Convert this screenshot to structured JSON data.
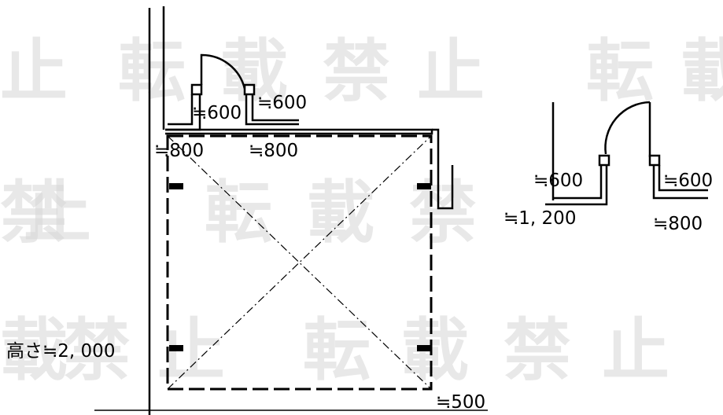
{
  "watermark": [
    "転",
    "載",
    "禁",
    "止"
  ],
  "labels": {
    "top_left_jamb": "≒600",
    "top_right_jamb": "≒600",
    "top_left_return": "≒800",
    "top_right_return": "≒800",
    "side_left_jamb": "≒600",
    "side_right_jamb": "≒600",
    "side_left_return": "≒1, 200",
    "side_right_return": "≒800",
    "height": "高さ≒2, 000",
    "bottom_clearance": "≒500"
  }
}
